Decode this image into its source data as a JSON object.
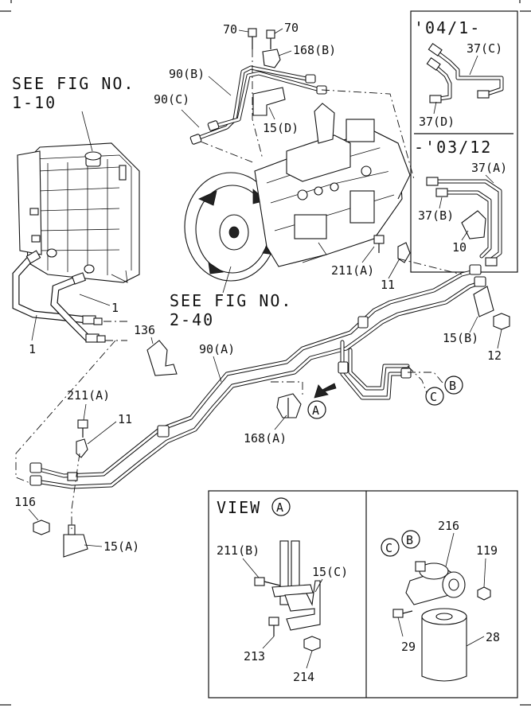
{
  "refs": {
    "see_fig_1": "SEE FIG NO.",
    "see_fig_1_num": "1-10",
    "see_fig_2": "SEE FIG NO.",
    "see_fig_2_num": "2-40"
  },
  "inset": {
    "top_date": "'04/1-",
    "bottom_date": "-'03/12"
  },
  "view": {
    "title": "VIEW",
    "letter": "A"
  },
  "markers": {
    "a": "A",
    "b": "B",
    "c": "C"
  },
  "callouts": {
    "p70a": "70",
    "p70b": "70",
    "p168b": "168(B)",
    "p90b": "90(B)",
    "p90c": "90(C)",
    "p15d": "15(D)",
    "p37c": "37(C)",
    "p37d": "37(D)",
    "p37a": "37(A)",
    "p37b": "37(B)",
    "p10": "10",
    "p211a_top": "211(A)",
    "p11_top": "11",
    "p15b": "15(B)",
    "p12": "12",
    "p136": "136",
    "p90a": "90(A)",
    "p1a": "1",
    "p1b": "1",
    "p211a_left": "211(A)",
    "p11_left": "11",
    "p168a": "168(A)",
    "p116": "116",
    "p15a": "15(A)",
    "p211b": "211(B)",
    "p15c": "15(C)",
    "p213": "213",
    "p214": "214",
    "p216": "216",
    "p119": "119",
    "p29": "29",
    "p28": "28"
  }
}
